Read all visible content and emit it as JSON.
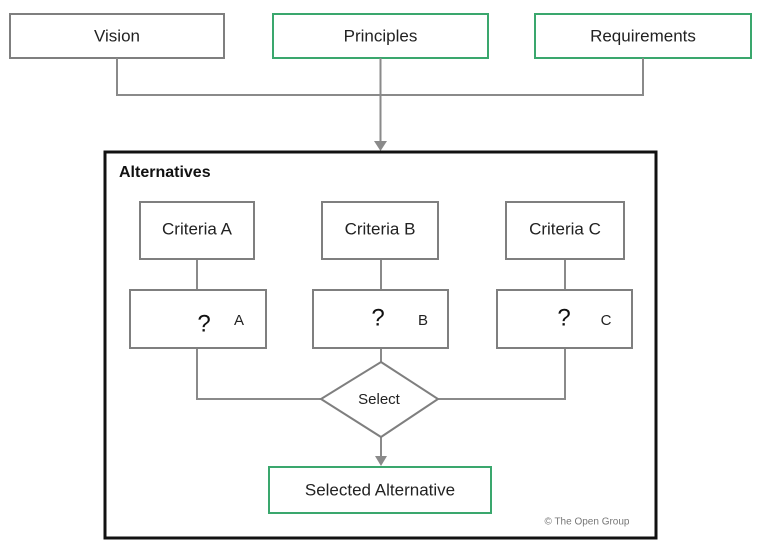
{
  "top_boxes": {
    "vision": "Vision",
    "principles": "Principles",
    "requirements": "Requirements"
  },
  "alternatives": {
    "title": "Alternatives",
    "criteria": [
      "Criteria A",
      "Criteria B",
      "Criteria C"
    ],
    "question_mark": "?",
    "option_letters": [
      "A",
      "B",
      "C"
    ],
    "decision": "Select",
    "result": "Selected Alternative",
    "copyright": "© The Open Group"
  },
  "colors": {
    "gray_border": "#7f7f7f",
    "green_border": "#3aa76d",
    "frame": "#111111",
    "connector": "#8a8a8a"
  }
}
